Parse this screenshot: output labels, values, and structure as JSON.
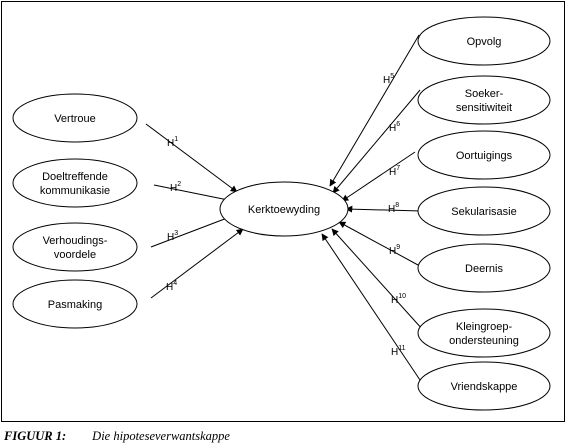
{
  "diagram": {
    "central_node": "Kerktoewyding",
    "left_nodes": [
      {
        "lines": [
          "Vertroue"
        ],
        "hypothesis": "H",
        "number": "1"
      },
      {
        "lines": [
          "Doeltreffende",
          "kommunikasie"
        ],
        "hypothesis": "H",
        "number": "2"
      },
      {
        "lines": [
          "Verhoudings-",
          "voordele"
        ],
        "hypothesis": "H",
        "number": "3"
      },
      {
        "lines": [
          "Pasmaking"
        ],
        "hypothesis": "H",
        "number": "4"
      }
    ],
    "right_nodes": [
      {
        "lines": [
          "Opvolg"
        ],
        "hypothesis": "H",
        "number": "5"
      },
      {
        "lines": [
          "Soeker-",
          "sensitiwiteit"
        ],
        "hypothesis": "H",
        "number": "6"
      },
      {
        "lines": [
          "Oortuigings"
        ],
        "hypothesis": "H",
        "number": "7"
      },
      {
        "lines": [
          "Sekularisasie"
        ],
        "hypothesis": "H",
        "number": "8"
      },
      {
        "lines": [
          "Deernis"
        ],
        "hypothesis": "H",
        "number": "9"
      },
      {
        "lines": [
          "Kleingroep-",
          "ondersteuning"
        ],
        "hypothesis": "H",
        "number": "10"
      },
      {
        "lines": [
          "Vriendskappe"
        ],
        "hypothesis": "H",
        "number": "11"
      }
    ]
  },
  "caption": {
    "number": "FIGUUR 1:",
    "title": "Die hipoteseverwantskappe"
  }
}
